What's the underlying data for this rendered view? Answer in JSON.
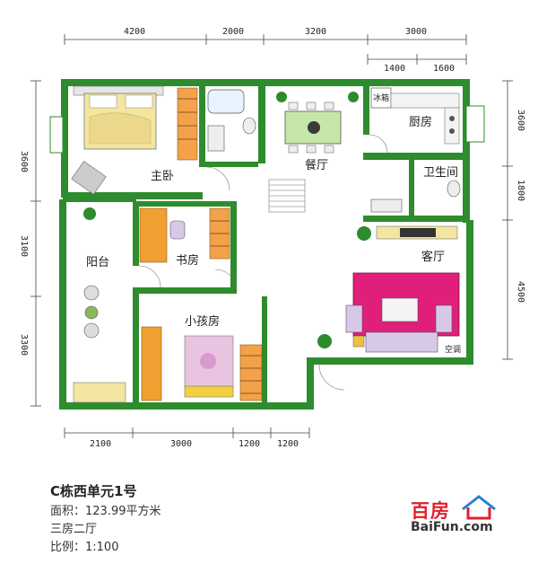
{
  "dimensions": {
    "top_row1": [
      "4200",
      "2000",
      "3200",
      "3000"
    ],
    "top_row2": [
      "1400",
      "1600"
    ],
    "left": [
      "3600",
      "3100",
      "3300"
    ],
    "right": [
      "3600",
      "1800",
      "4500"
    ],
    "bottom": [
      "2100",
      "3000",
      "1200",
      "1200"
    ]
  },
  "rooms": {
    "master_bedroom": "主卧",
    "dining": "餐厅",
    "kitchen": "厨房",
    "bathroom": "卫生间",
    "balcony": "阳台",
    "study": "书房",
    "living": "客厅",
    "kids_room": "小孩房"
  },
  "tags": {
    "fridge": "冰箱",
    "ac": "空调"
  },
  "info": {
    "unit_title": "C栋西单元1号",
    "area": "面积：123.99平方米",
    "layout": "三房二厅",
    "scale": "比例：1:100"
  },
  "logo": {
    "cn": "百房",
    "en": "BaiFun.com"
  },
  "colors": {
    "wall": "#2e8b2e",
    "floor": "#ffffff",
    "bed": "#f2e6a0",
    "sofa_accent": "#e01f7a",
    "desk": "#f0a030",
    "logo_red": "#e0212c"
  }
}
